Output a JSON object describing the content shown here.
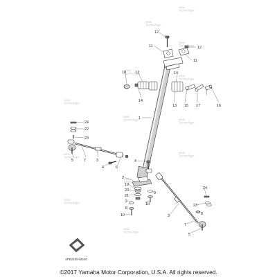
{
  "callouts": {
    "c12": "12",
    "c11a": "11",
    "c12b": "12",
    "c11b": "11",
    "c18": "18",
    "c13a": "13",
    "c14a": "14",
    "c14b": "14",
    "c13b": "13",
    "c15": "15",
    "c17": "17",
    "c16": "16",
    "c1": "1",
    "c24a": "24",
    "c22": "22",
    "c23a": "23",
    "c5a": "5",
    "c7a": "7",
    "c3a": "3",
    "c6": "6",
    "c4a": "4",
    "c4b": "4",
    "c2": "2",
    "c19": "19",
    "c20": "20",
    "c21": "21",
    "c9a": "9",
    "c8a": "8",
    "c10a": "10",
    "c9b": "9",
    "c10b": "10",
    "c3b": "3",
    "c24b": "24",
    "c23b": "23",
    "c8b": "8",
    "c7b": "7",
    "c5b": "5"
  },
  "watermark": "www.\nTechnologie",
  "diagram_code": "1PE2100-M240",
  "copyright": "©2017 Yamaha Motor Corporation, U.S.A. All rights reserved."
}
